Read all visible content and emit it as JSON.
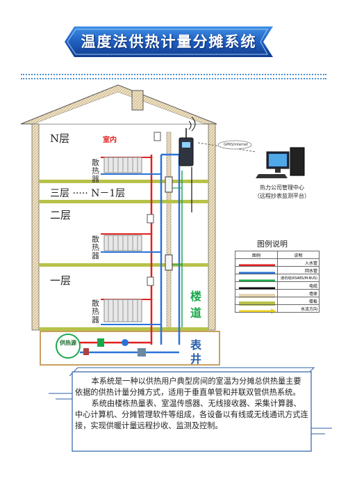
{
  "title": "温度法供热计量分摊系统",
  "floors": {
    "top": "N层",
    "middle": "三层 ····· N－1层",
    "second": "二层",
    "first": "一层"
  },
  "indoor_label": "室内",
  "radiator_label": "散热器",
  "stairwell_label": "楼道",
  "meter_well_label": "表井",
  "heat_source_label": "供热源",
  "control_center": {
    "line1": "热力公司管理中心",
    "line2": "（远程抄表监测平台）"
  },
  "network_label": "GPRS/Internet",
  "legend": {
    "title": "图例说明",
    "header": [
      "图例",
      "说明"
    ],
    "items": [
      {
        "label": "入水管",
        "color": "#e02020",
        "style": "solid"
      },
      {
        "label": "回水管",
        "color": "#2a72d8",
        "style": "solid"
      },
      {
        "label": "通讯线(RS485/M-BUS)",
        "color": "#1aa84a",
        "style": "solid"
      },
      {
        "label": "电缆",
        "color": "#111111",
        "style": "solid"
      },
      {
        "label": "墙体",
        "color": "#c9b48a",
        "style": "hatch"
      },
      {
        "label": "楼板",
        "color": "#b7c24a",
        "style": "solid"
      },
      {
        "label": "水流方向",
        "color": "#f0d020",
        "style": "arrow"
      }
    ]
  },
  "description": {
    "p1": "本系统是一种以供热用户典型房间的室温为分摊总供热量主要依据的供热计量分摊方式，适用于垂直单管和并联双管供热系统。",
    "p2": "系统由楼栋热量表、室温传感器、无线接收器、采集计算器、中心计算机、分摊管理软件等组成，各设备以有线或无线通讯方式连接，实现供暖计量远程抄收、监测及控制。"
  }
}
